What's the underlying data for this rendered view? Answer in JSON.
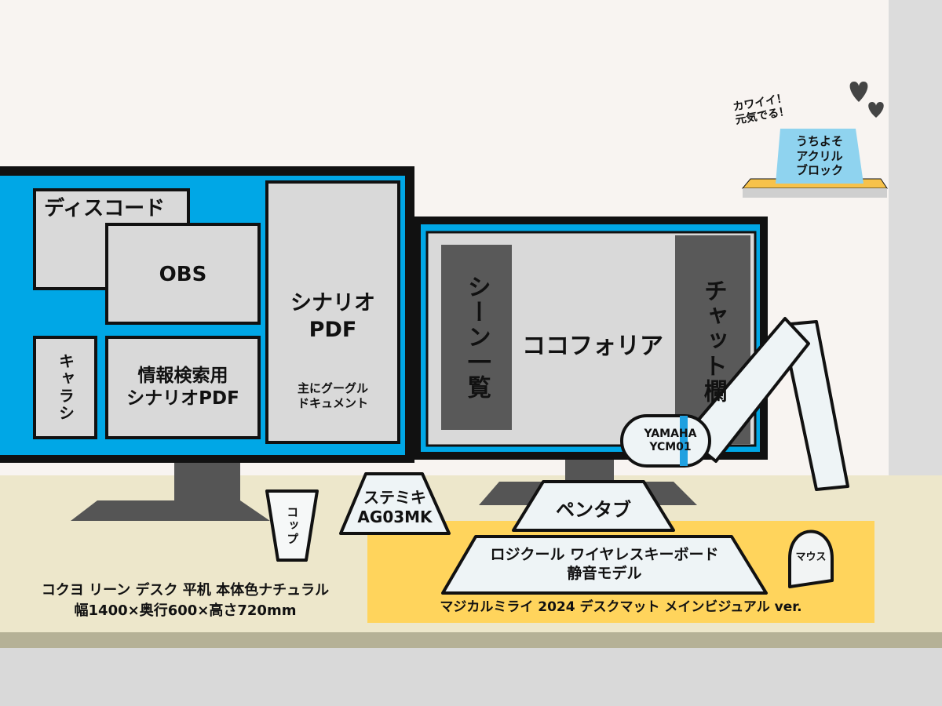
{
  "desk": {
    "name": "コクヨ リーン デスク 平机 本体色ナチュラル",
    "size": "幅1400×奥行600×高さ720mm"
  },
  "mat": {
    "label": "マジカルミライ 2024 デスクマット メインビジュアル ver."
  },
  "left_monitor": {
    "discord": "ディスコード",
    "obs": "OBS",
    "chara_sheet": "キャラシ",
    "search_pdf": "情報検索用\nシナリオPDF",
    "scenario_pdf": "シナリオ\nPDF",
    "scenario_note": "主にグーグル\nドキュメント"
  },
  "right_monitor": {
    "scene_list": "シーン一覧",
    "main": "ココフォリア",
    "chat": "チャット欄"
  },
  "mic": {
    "label": "YAMAHA\nYCM01"
  },
  "shelf": {
    "acrylic": "うちよそ\nアクリル\nブロック",
    "comment": "カワイイ！\n元気でる！"
  },
  "desk_items": {
    "cup": "コップ",
    "mixer": "ステミキ\nAG03MK",
    "pentab": "ペンタブ",
    "keyboard": "ロジクール ワイヤレスキーボード\n静音モデル",
    "mouse": "マウス"
  },
  "colors": {
    "wall": "#f8f4f1",
    "desk": "#ede7cb",
    "desk_edge": "#b5b196",
    "floor": "#d9d9d9",
    "monitor_blue": "#00a7e6",
    "window_gray": "#d9d9d9",
    "dark_panel": "#595959",
    "mat": "#ffd45c",
    "mic_stripe": "#1fa0e0"
  }
}
